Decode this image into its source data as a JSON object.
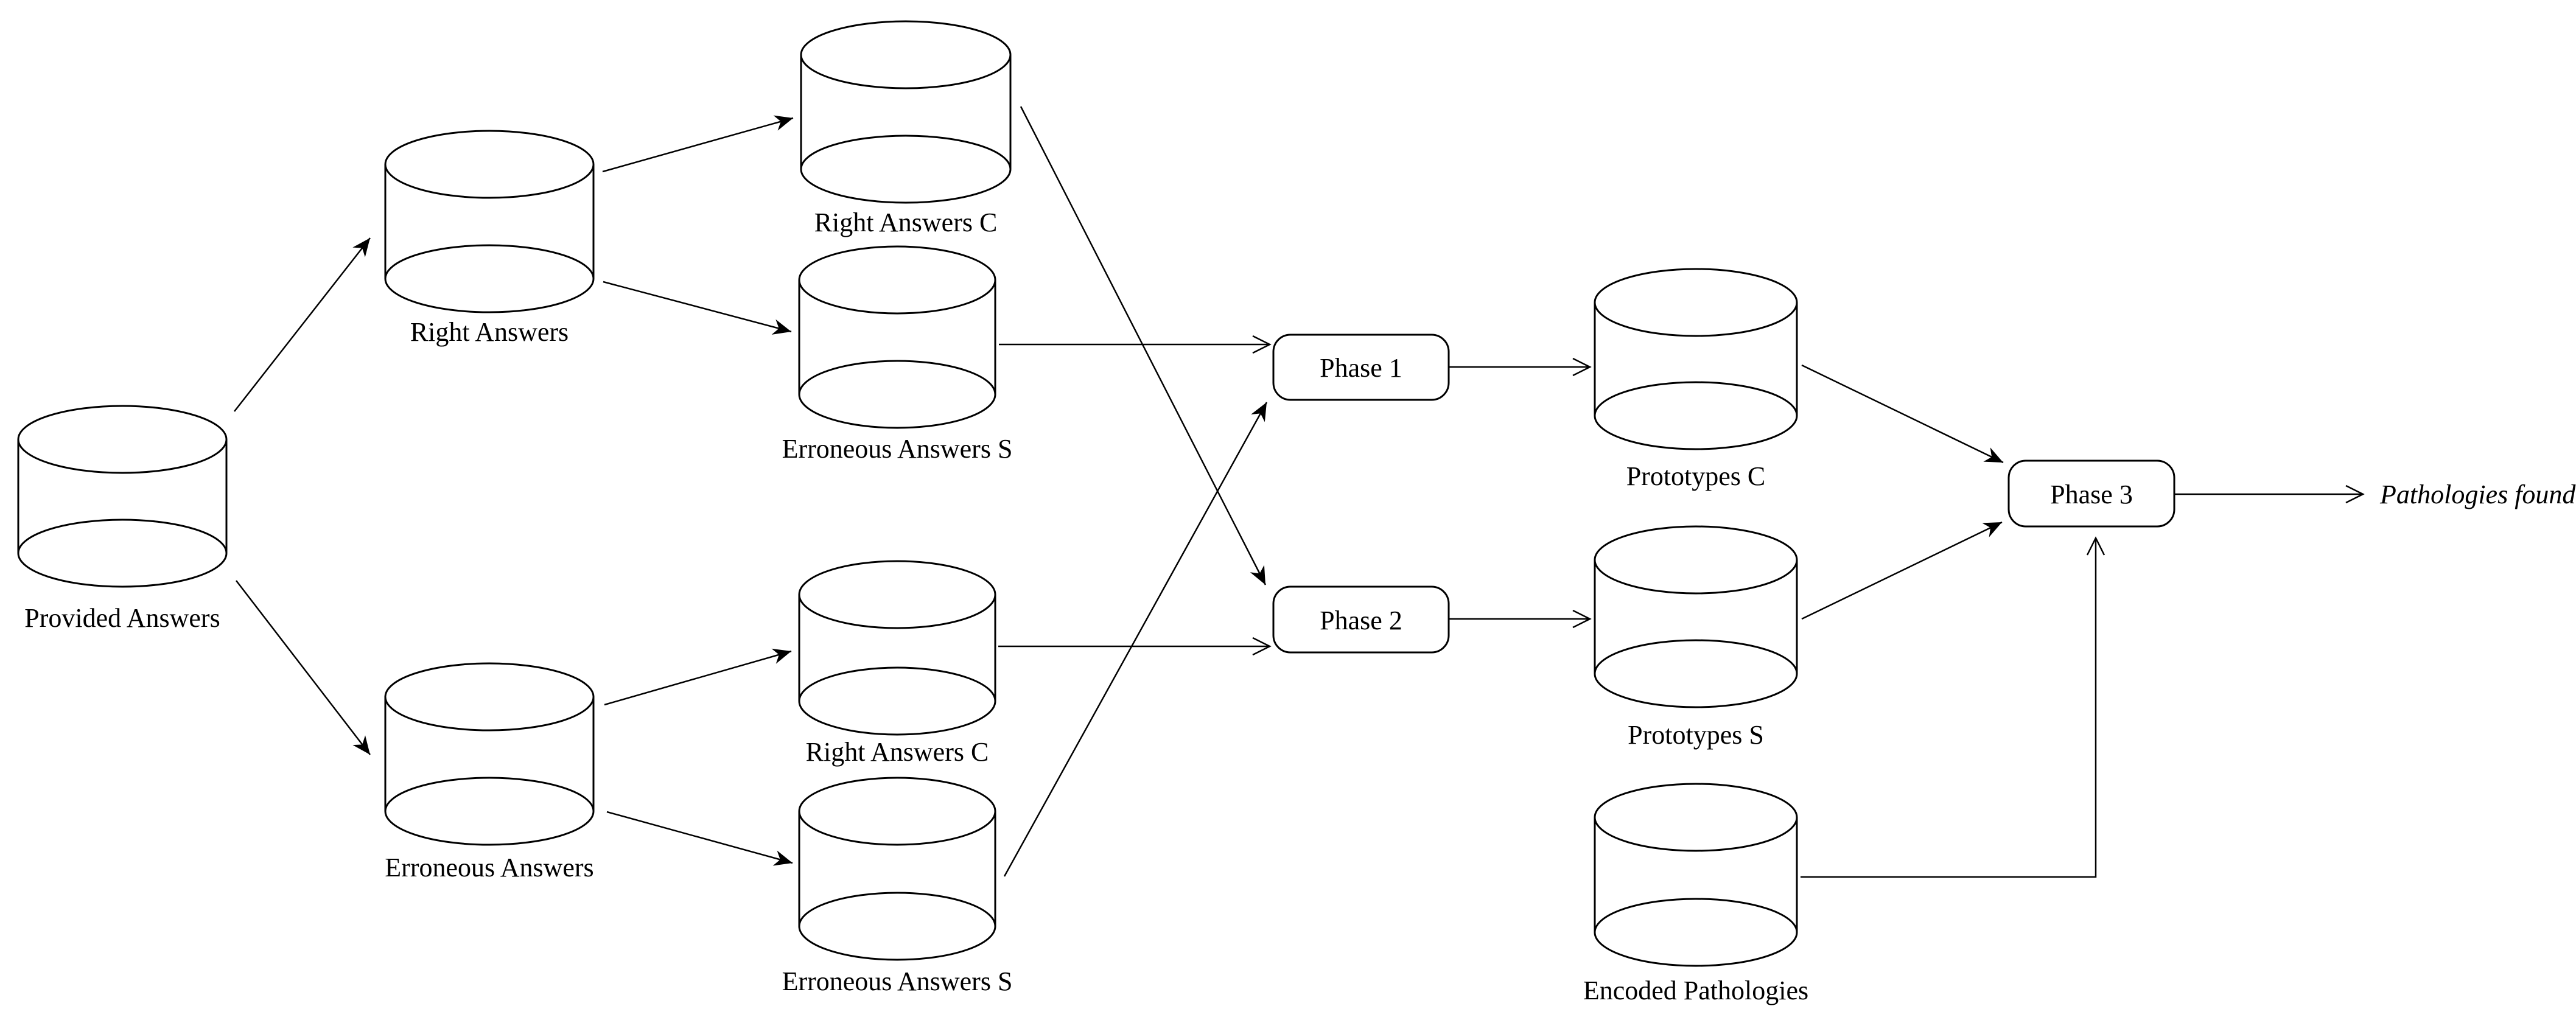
{
  "diagram": {
    "cylinders": [
      {
        "id": "provided-answers",
        "label": "Provided Answers"
      },
      {
        "id": "right-answers",
        "label": "Right Answers"
      },
      {
        "id": "erroneous-answers",
        "label": "Erroneous Answers"
      },
      {
        "id": "right-answers-c-top",
        "label": "Right Answers C"
      },
      {
        "id": "erroneous-answers-s-top",
        "label": "Erroneous Answers S"
      },
      {
        "id": "right-answers-c-bottom",
        "label": "Right Answers C"
      },
      {
        "id": "erroneous-answers-s-bottom",
        "label": "Erroneous Answers S"
      },
      {
        "id": "prototypes-c",
        "label": "Prototypes C"
      },
      {
        "id": "prototypes-s",
        "label": "Prototypes S"
      },
      {
        "id": "encoded-pathologies",
        "label": "Encoded Pathologies"
      }
    ],
    "phases": [
      {
        "id": "phase-1",
        "label": "Phase 1"
      },
      {
        "id": "phase-2",
        "label": "Phase 2"
      },
      {
        "id": "phase-3",
        "label": "Phase 3"
      }
    ],
    "output_label": "Pathologies found",
    "colors": {
      "stroke": "#000000",
      "background": "#ffffff"
    }
  }
}
